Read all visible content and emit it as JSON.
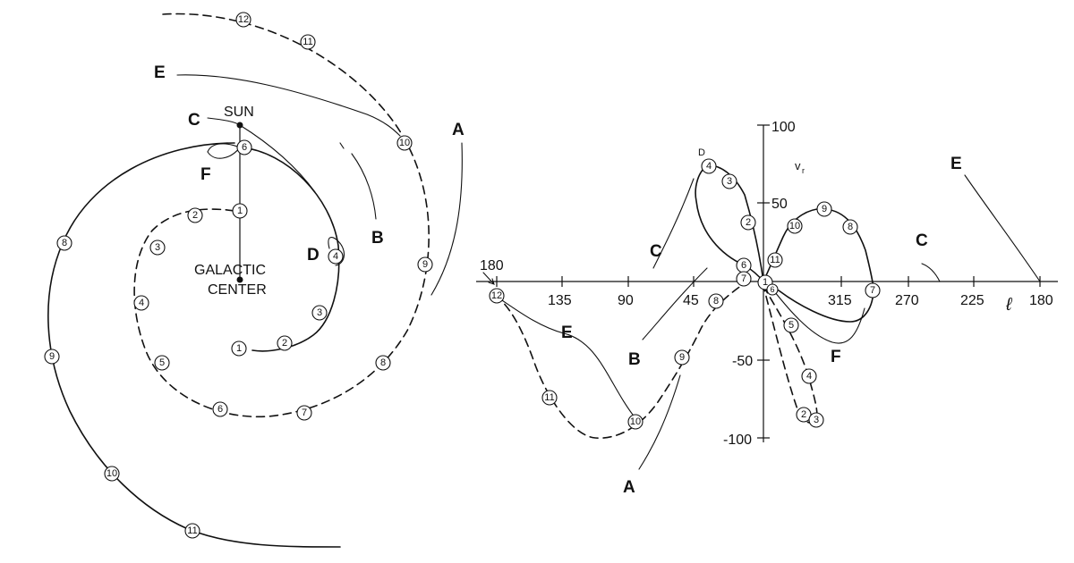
{
  "left_panel": {
    "sun_label": "SUN",
    "center_label_line1": "GALACTIC",
    "center_label_line2": "CENTER",
    "feature_labels": {
      "A": "A",
      "B": "B",
      "C": "C",
      "D": "D",
      "E": "E",
      "F": "F"
    },
    "inner_solid_markers": [
      "1",
      "2",
      "3",
      "4",
      "6"
    ],
    "inner_dashed_markers": [
      "1",
      "2",
      "3",
      "4",
      "5",
      "6",
      "7",
      "8",
      "9",
      "10",
      "11",
      "12"
    ],
    "outer_solid_markers": [
      "8",
      "9",
      "10",
      "11"
    ]
  },
  "right_panel": {
    "axis_y_label": "v",
    "axis_y_sub": "r",
    "axis_x_label": "ℓ",
    "x_ticks": [
      "180",
      "135",
      "90",
      "45",
      "315",
      "270",
      "225",
      "180"
    ],
    "y_ticks": [
      "100",
      "50",
      "-50",
      "-100"
    ],
    "feature_labels": {
      "A": "A",
      "B": "B",
      "C1": "C",
      "C2": "C",
      "D": "D",
      "E1": "E",
      "E2": "E",
      "F": "F"
    },
    "solid_loop_markers": [
      "1",
      "2",
      "3",
      "4",
      "6",
      "7"
    ],
    "right_lobe_markers": [
      "7",
      "8",
      "9",
      "10",
      "11"
    ],
    "dashed_lower_markers": [
      "1",
      "2",
      "3",
      "4",
      "5",
      "6"
    ],
    "dashed_left_markers": [
      "7",
      "8",
      "9",
      "10",
      "11",
      "12"
    ]
  }
}
